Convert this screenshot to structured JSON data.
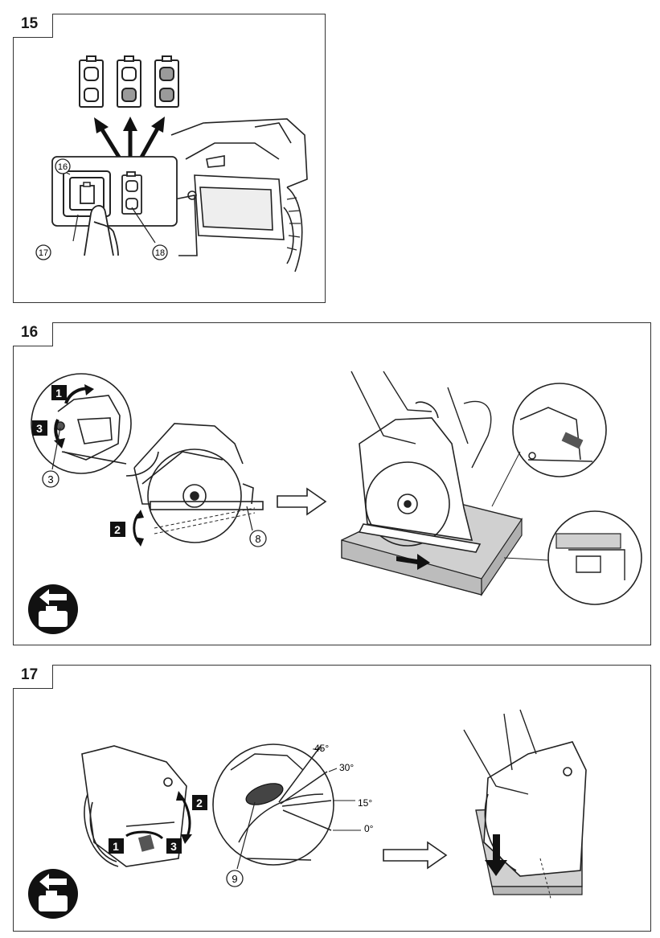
{
  "sections": [
    {
      "number": "15",
      "callouts": {
        "a": "16",
        "b": "17",
        "c": "18"
      }
    },
    {
      "number": "16",
      "steps": [
        "1",
        "2",
        "3"
      ],
      "callouts": {
        "a": "3",
        "b": "8"
      },
      "icon": "remove-battery-icon"
    },
    {
      "number": "17",
      "steps": [
        "1",
        "2",
        "3"
      ],
      "callouts": {
        "a": "9"
      },
      "angles": [
        "45°",
        "30°",
        "15°",
        "0°"
      ],
      "icon": "remove-battery-icon"
    }
  ],
  "colors": {
    "line": "#222222",
    "gray_fill": "#9a9a9a",
    "workpiece": "#d0d0d0"
  }
}
